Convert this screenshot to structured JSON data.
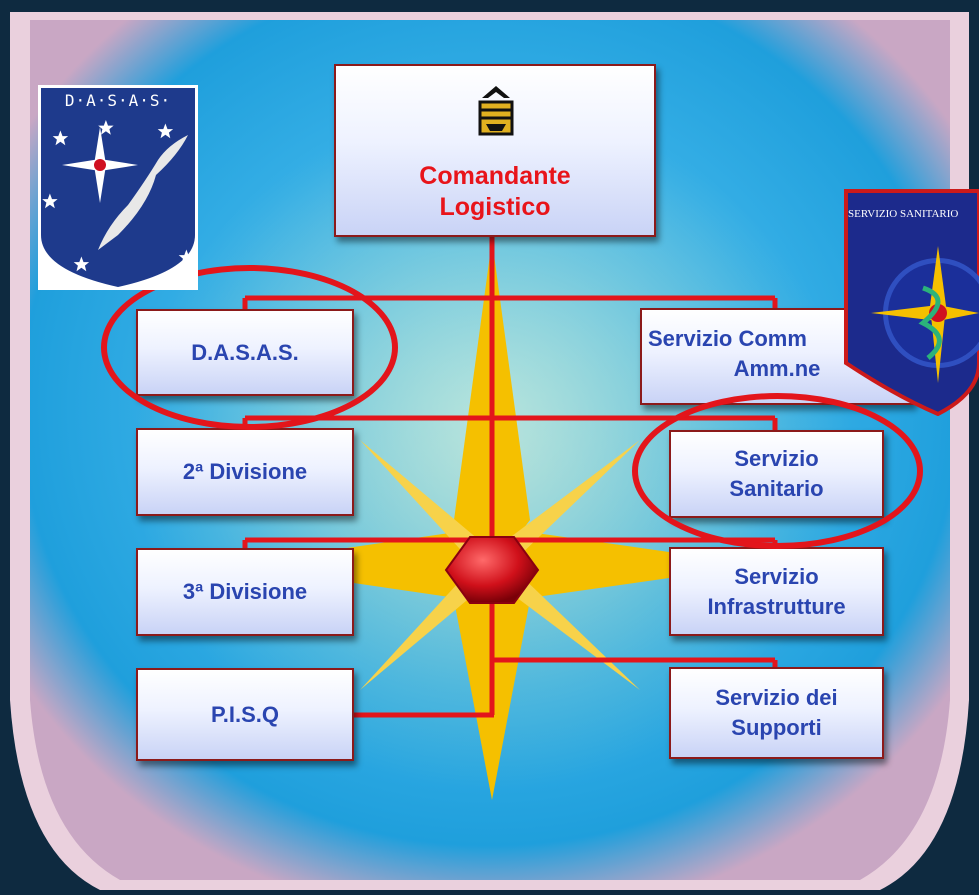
{
  "commander": {
    "line1": "Comandante",
    "line2": "Logistico",
    "rank_insignia": "general-rank-insignia-icon"
  },
  "left_boxes": [
    {
      "lines": [
        "D.A.S.A.S."
      ]
    },
    {
      "lines": [
        "2ª Divisione"
      ]
    },
    {
      "lines": [
        "3ª Divisione"
      ]
    },
    {
      "lines": [
        "P.I.S.Q"
      ]
    }
  ],
  "right_boxes": [
    {
      "lines": [
        "Servizio Commissariato",
        "Amm.ne"
      ],
      "visible_line1": "Servizio Comm"
    },
    {
      "lines": [
        "Servizio",
        "Sanitario"
      ]
    },
    {
      "lines": [
        "Servizio",
        "Infrastrutture"
      ]
    },
    {
      "lines": [
        "Servizio dei",
        "Supporti"
      ]
    }
  ],
  "logos": {
    "dasas": {
      "text": "D·A·S·A·S·"
    },
    "sanitario": {
      "text": "SERVIZIO SANITARIO"
    }
  },
  "highlights": [
    "D.A.S.A.S.",
    "Servizio Sanitario"
  ],
  "colors": {
    "background": "#1f9fdc",
    "connector": "#e3151b",
    "box_text": "#2a45b0",
    "commander_text": "#e8141a",
    "highlight_ring": "#e3151b",
    "star": "#f5c000"
  }
}
